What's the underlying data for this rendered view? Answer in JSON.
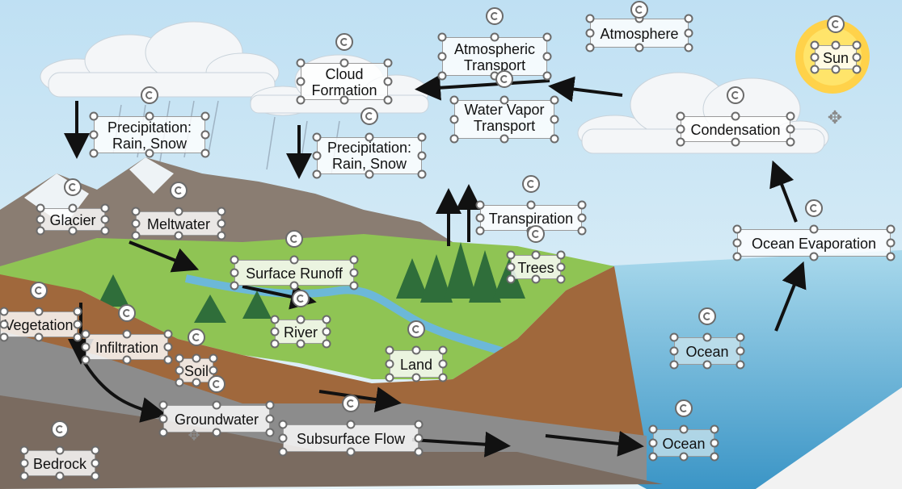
{
  "labels": {
    "atmosphere": "Atmosphere",
    "sun": "Sun",
    "atmospheric_transport": "Atmospheric\nTransport",
    "water_vapor_transport": "Water Vapor\nTransport",
    "cloud_formation": "Cloud\nFormation",
    "condensation": "Condensation",
    "precip_left": "Precipitation:\nRain, Snow",
    "precip_mid": "Precipitation:\nRain, Snow",
    "glacier": "Glacier",
    "meltwater": "Meltwater",
    "transpiration": "Transpiration",
    "trees": "Trees",
    "ocean_evaporation": "Ocean Evaporation",
    "surface_runoff": "Surface Runoff",
    "river": "River",
    "vegetation": "Vegetation",
    "infiltration": "Infiltration",
    "soil": "Soil",
    "land": "Land",
    "ocean_upper": "Ocean",
    "ocean_lower": "Ocean",
    "groundwater": "Groundwater",
    "subsurface_flow": "Subsurface Flow",
    "bedrock": "Bedrock"
  },
  "colors": {
    "sky": "#cfe7f5",
    "ocean": "#5fb4d8",
    "grass": "#8fc454",
    "soil": "#8b5a32",
    "bedrock": "#7a6b60",
    "handle_border": "#6b6b6b"
  },
  "icons": [
    "rotate-handle-icon",
    "move-cross-icon",
    "resize-handle-icon",
    "arrow-icon"
  ]
}
